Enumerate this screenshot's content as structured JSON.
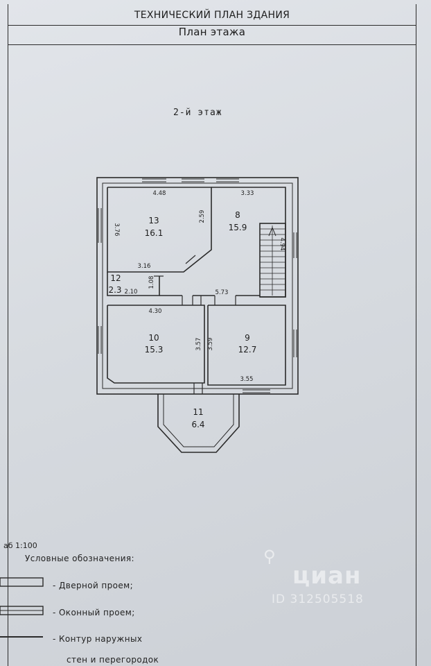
{
  "header": {
    "title": "ТЕХНИЧЕСКИЙ ПЛАН ЗДАНИЯ",
    "subtitle": "План этажа"
  },
  "floor_label": "2-й этаж",
  "rooms": [
    {
      "number": "13",
      "area": "16.1"
    },
    {
      "number": "8",
      "area": "15.9"
    },
    {
      "number": "12",
      "area": "2.3"
    },
    {
      "number": "10",
      "area": "15.3"
    },
    {
      "number": "9",
      "area": "12.7"
    },
    {
      "number": "11",
      "area": "6.4"
    }
  ],
  "dimensions": [
    "4.48",
    "3.33",
    "3.76",
    "2.59",
    "3.16",
    "1.08",
    "2.10",
    "4.94",
    "4.30",
    "5.73",
    "3.57",
    "3.59",
    "3.55"
  ],
  "scale_text": "аб 1:100",
  "legend": {
    "title": "Условные обозначения:",
    "items": [
      {
        "label": "- Дверной проем;",
        "icon": "door-opening-symbol"
      },
      {
        "label": "- Оконный проем;",
        "icon": "window-opening-symbol"
      },
      {
        "label": "- Контур наружных",
        "icon": "wall-contour-symbol"
      },
      {
        "label": "стен и перегородок",
        "icon": ""
      }
    ]
  },
  "watermark": {
    "name": "циан",
    "id": "ID 312505518"
  },
  "colors": {
    "paper": "#d7dbe0",
    "ink": "#2a2a2a"
  }
}
